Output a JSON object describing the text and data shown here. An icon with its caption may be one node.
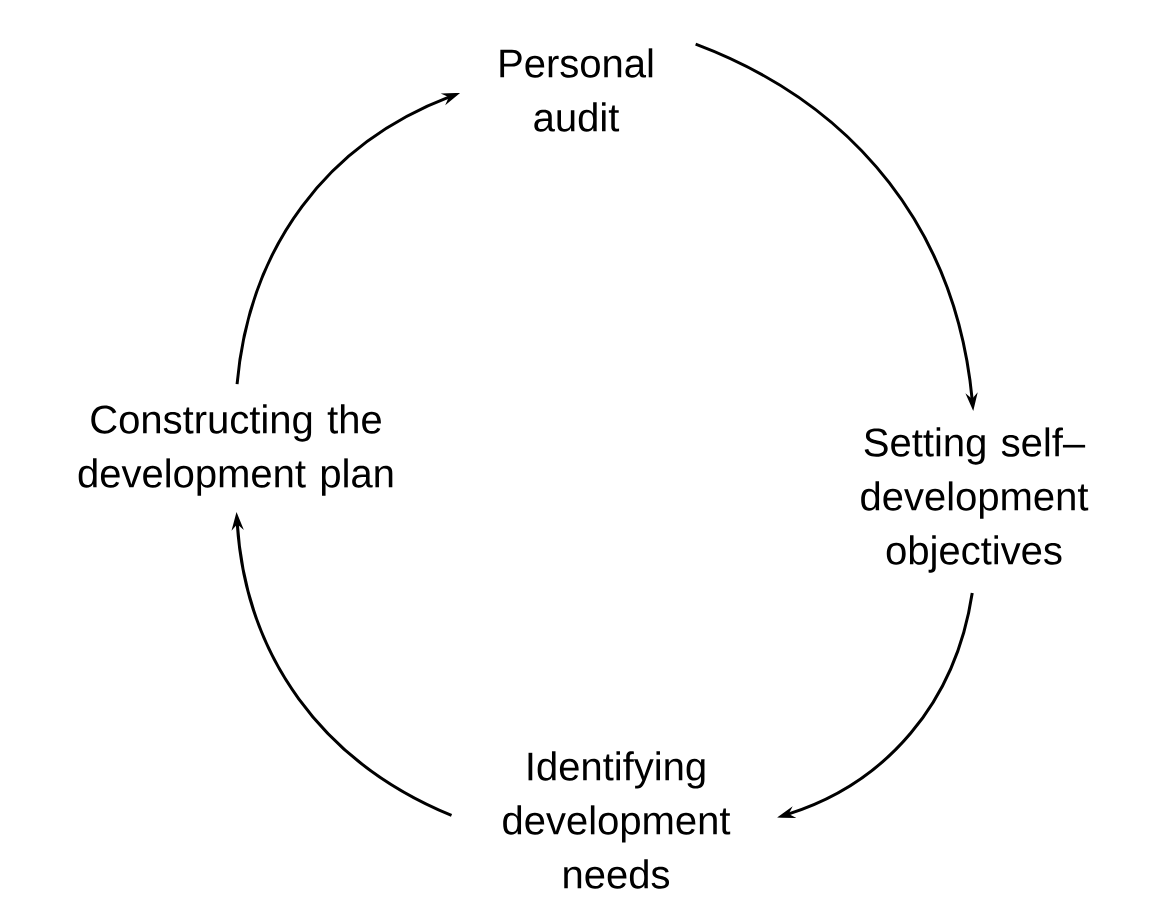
{
  "diagram": {
    "nodes": [
      {
        "text": [
          "Personal audit"
        ]
      },
      {
        "text": [
          "Setting self– development objectives"
        ]
      },
      {
        "text": [
          "Identifying development needs"
        ]
      },
      {
        "text": [
          "Constructing the development plan"
        ]
      }
    ],
    "edges": [
      {
        "from": 0,
        "to": 1,
        "arrow": "to"
      },
      {
        "from": 1,
        "to": 2,
        "arrow": "to"
      },
      {
        "from": 2,
        "to": 3,
        "arrow": "to"
      },
      {
        "from": 3,
        "to": 0,
        "arrow": "to"
      }
    ]
  }
}
